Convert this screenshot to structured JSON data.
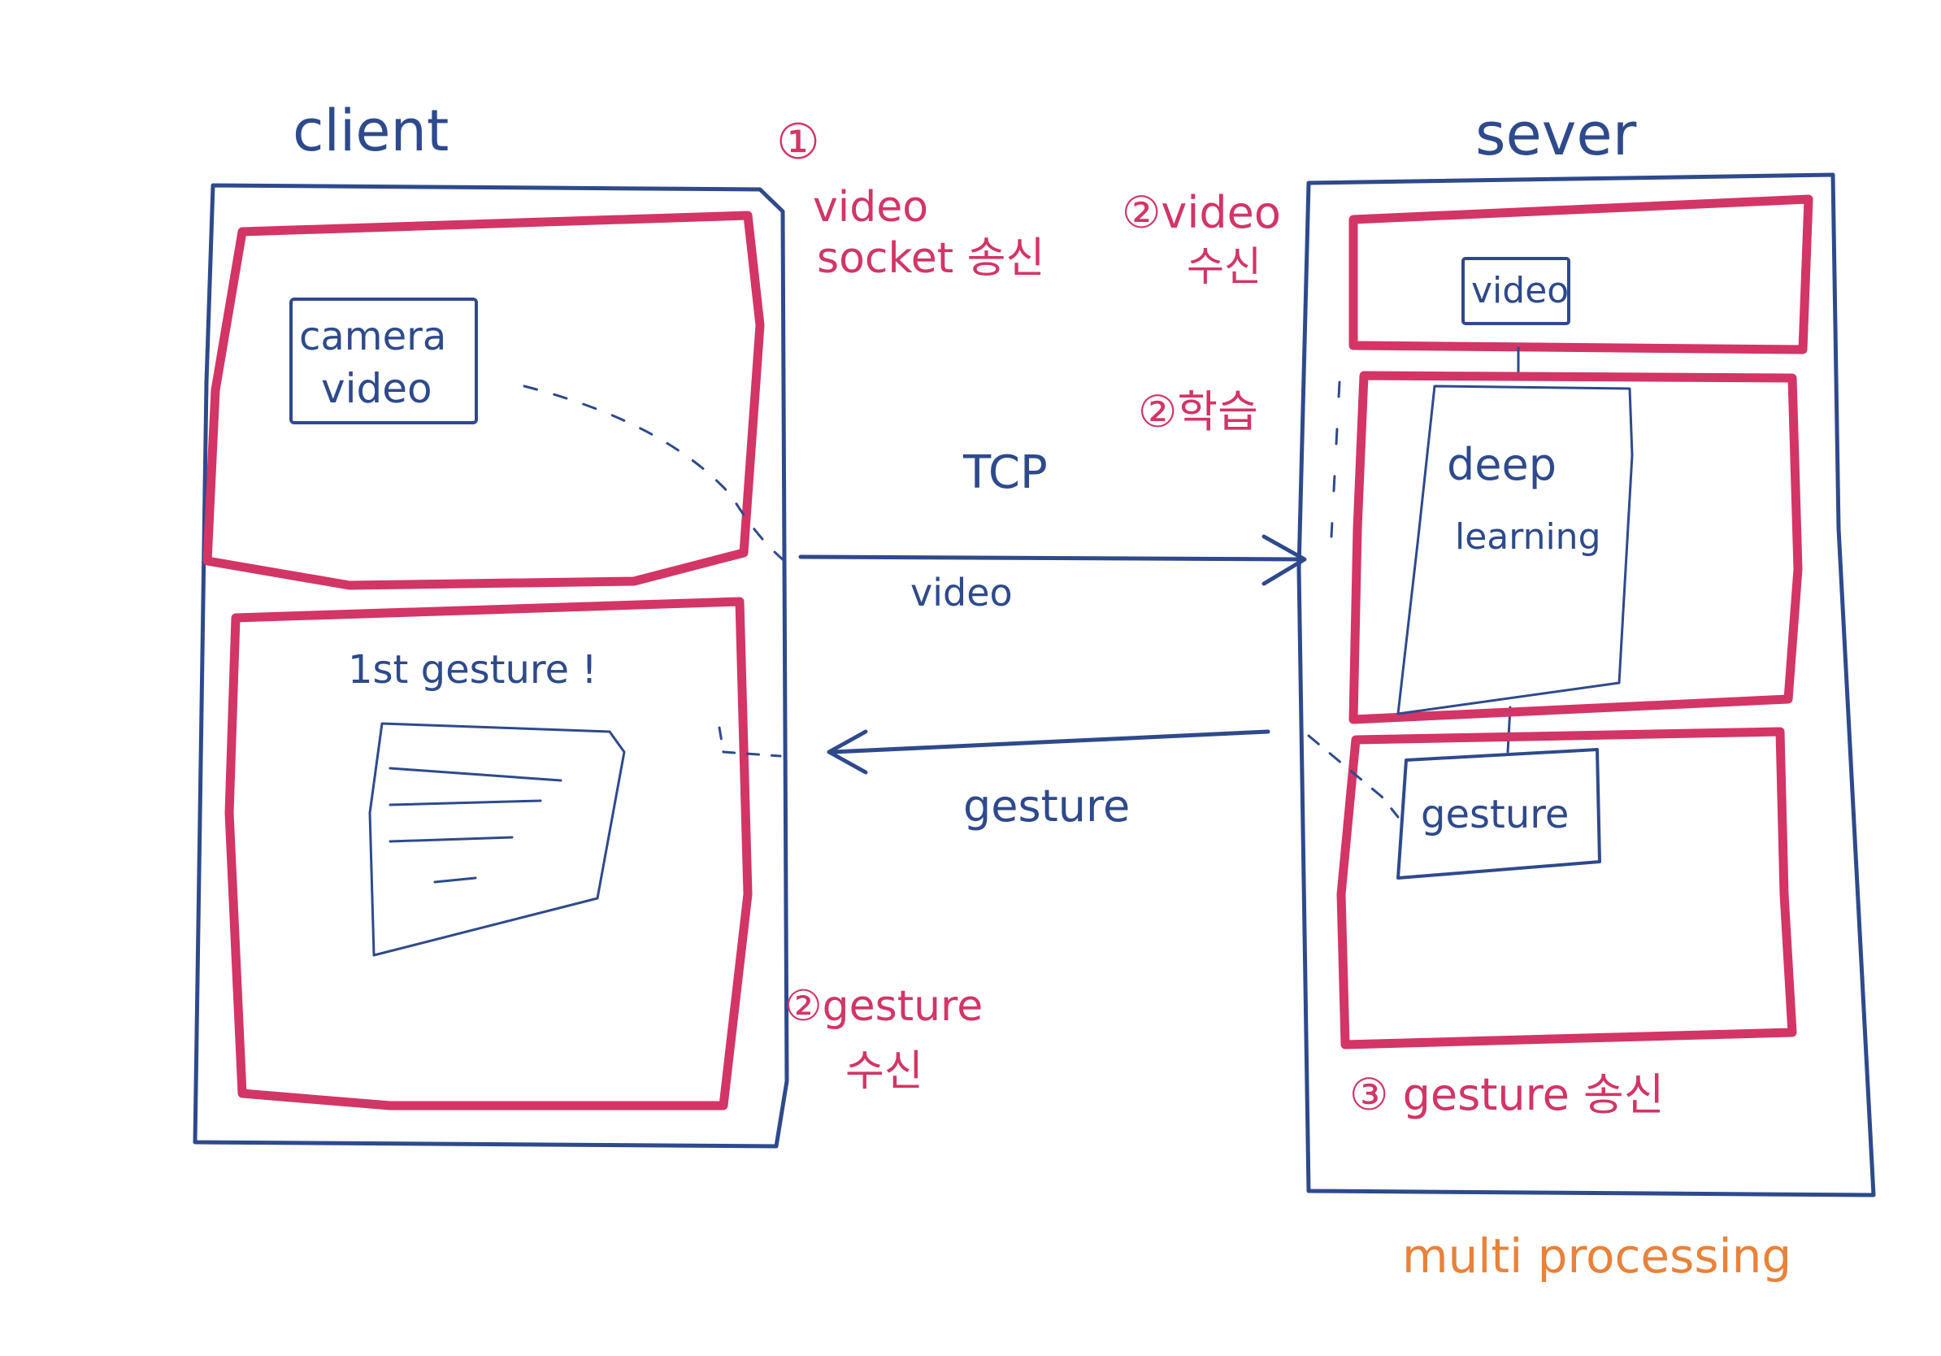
{
  "client": {
    "title": "client",
    "step1_number": "①",
    "step1_line1": "video",
    "step1_line2": "socket 송신",
    "camera_line1": "camera",
    "camera_line2": "video",
    "gesture_panel_title": "1st gesture !",
    "step2_label": "②gesture",
    "step2_line2": "수신"
  },
  "connection": {
    "protocol": "TCP",
    "forward_label": "video",
    "backward_label": "gesture"
  },
  "server": {
    "title": "sever",
    "step2_video_line1": "②video",
    "step2_video_line2": "수신",
    "video_box": "video",
    "step2_train": "②학습",
    "deep_line1": "deep",
    "deep_line2": "learning",
    "gesture_box": "gesture",
    "step3_label": "③ gesture 송신",
    "footnote": "multi processing"
  },
  "colors": {
    "outline_blue": "#2e4a8c",
    "highlight_red": "#d23566",
    "note_orange": "#e8823a"
  }
}
